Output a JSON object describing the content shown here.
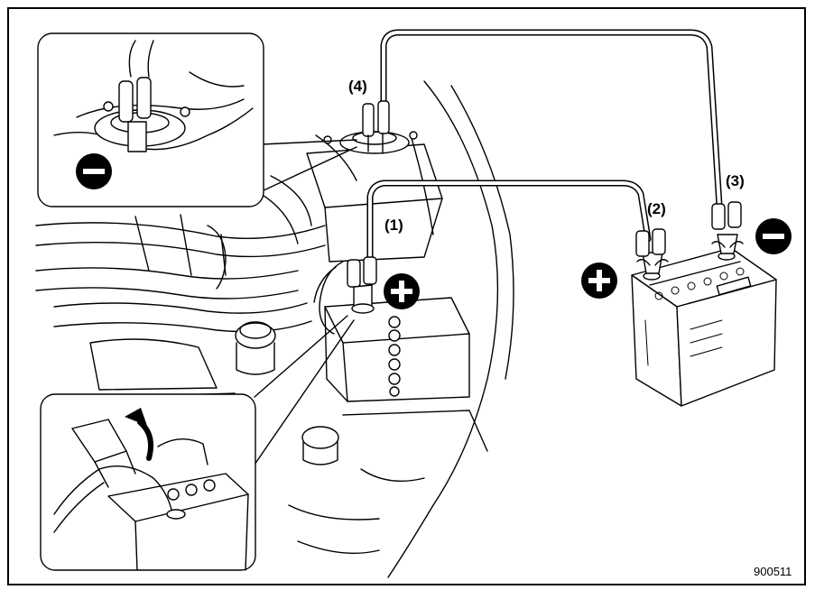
{
  "labels": {
    "l1": "(1)",
    "l2": "(2)",
    "l3": "(3)",
    "l4": "(4)"
  },
  "figure_code": "900511",
  "icons": {
    "positive": "plus-circle-icon",
    "negative": "minus-circle-icon",
    "arrow": "curved-arrow-icon"
  },
  "colors": {
    "ink": "#000000",
    "paper": "#ffffff"
  }
}
